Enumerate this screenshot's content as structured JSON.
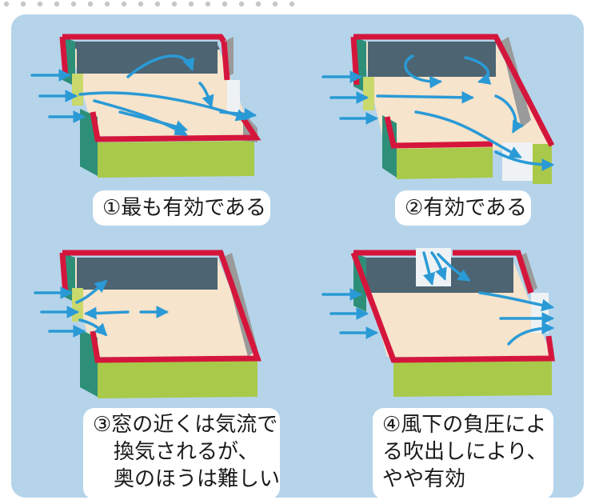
{
  "captions": {
    "room1": [
      "①最も有効である"
    ],
    "room2": [
      "②有効である"
    ],
    "room3": [
      "③窓の近くは気流で",
      "換気されるが、",
      "奥のほうは難しい"
    ],
    "room4": [
      "④風下の負圧によ",
      "る吹出しにより、",
      "やや有効"
    ]
  },
  "colors": {
    "panel": "#b5d4ea",
    "floor": "#f6e4cc",
    "wall_top": "#d5163c",
    "wall_inner": "#4d6472",
    "wall_outer_front": "#a9c94a",
    "wall_outer_side": "#2e8f78",
    "arrow": "#2a9ad6",
    "opening": "#eef2f4"
  },
  "icons": [
    "airflow-arrow-icon",
    "window-opening-icon"
  ]
}
